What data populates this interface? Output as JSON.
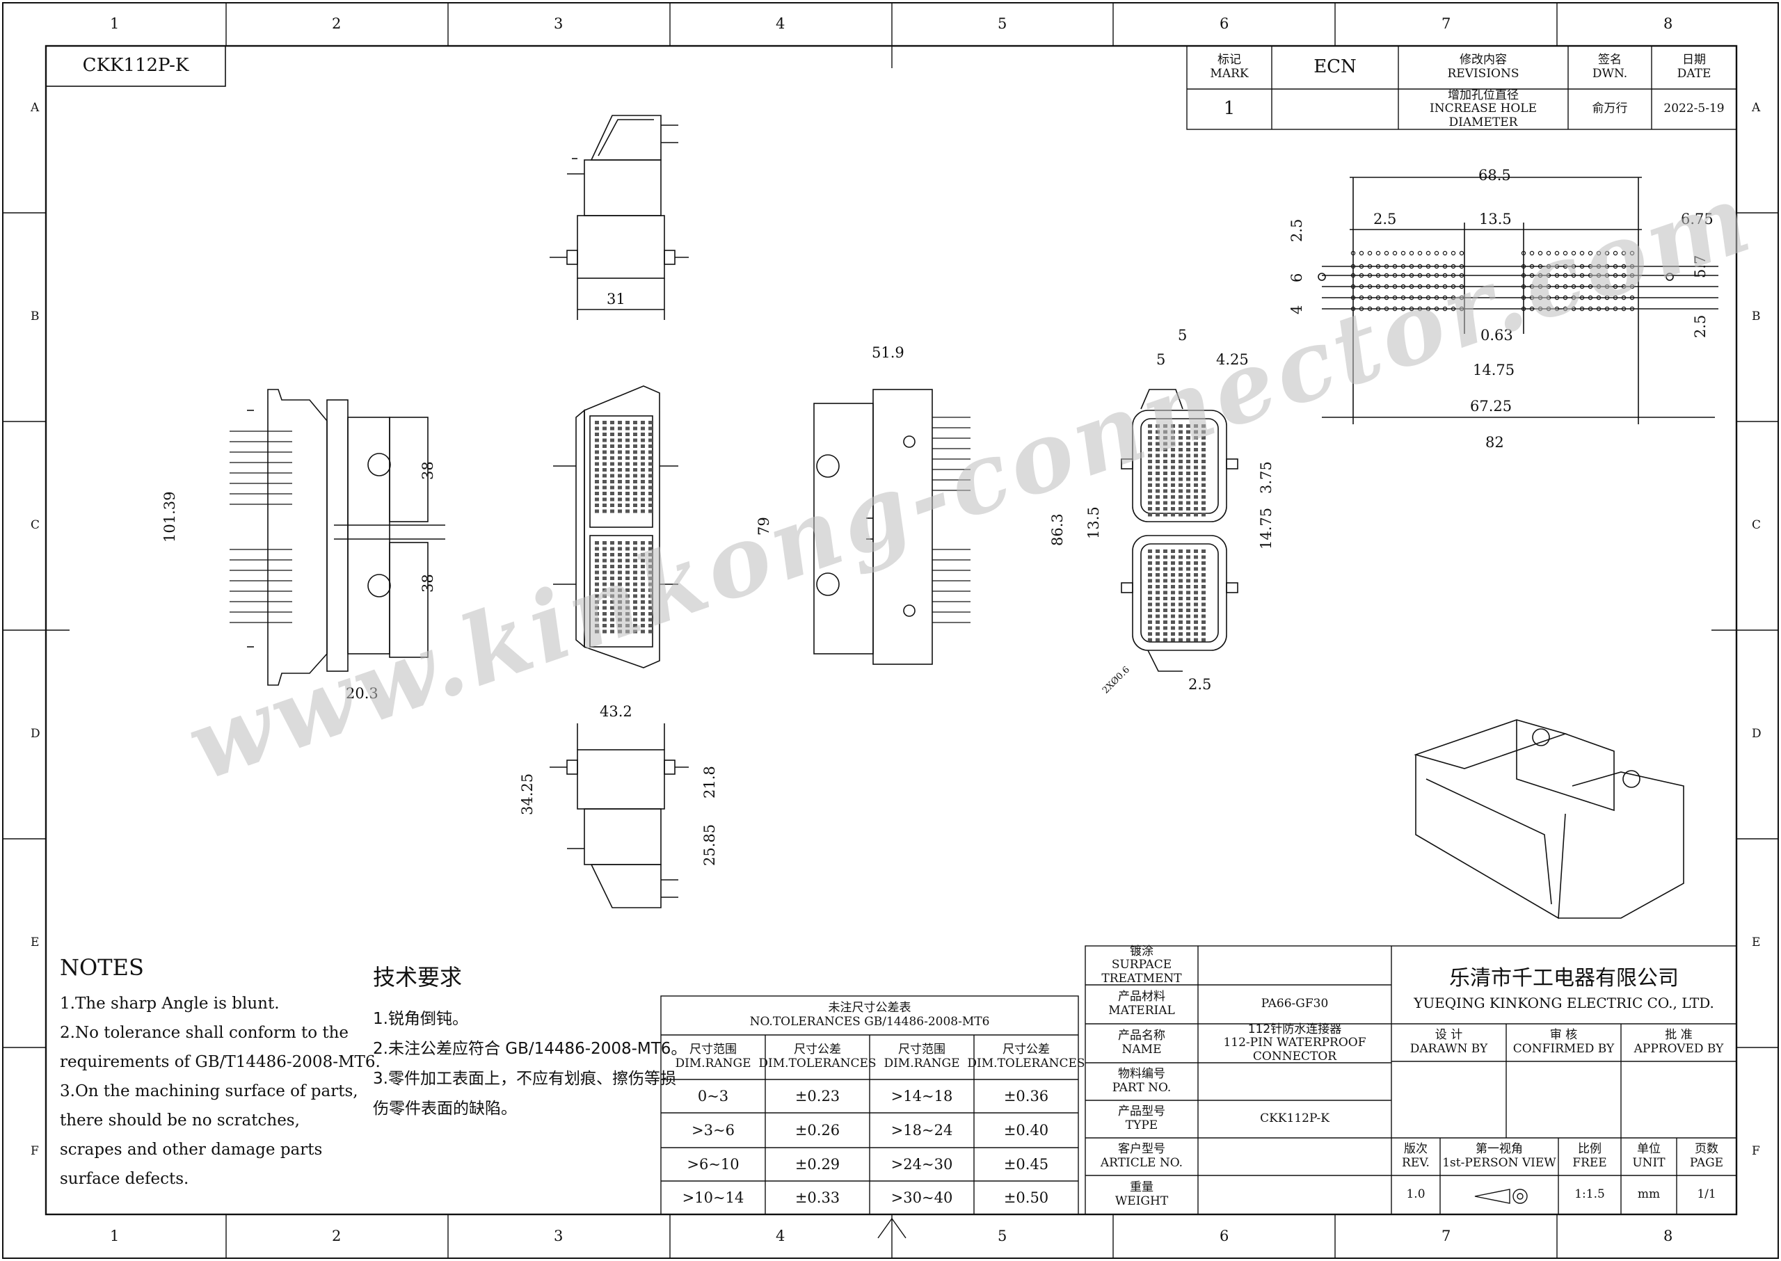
{
  "drawing_code": "CKK112P-K",
  "border": {
    "cols": [
      "1",
      "2",
      "3",
      "4",
      "5",
      "6",
      "7",
      "8"
    ],
    "rows": [
      "A",
      "B",
      "C",
      "D",
      "E",
      "F"
    ]
  },
  "revisions": {
    "h_mark_zh": "标记",
    "h_mark_en": "MARK",
    "h_ecn": "ECN",
    "h_rev_zh": "修改内容",
    "h_rev_en": "REVISIONS",
    "h_dwn_zh": "签名",
    "h_dwn_en": "DWN.",
    "h_date_zh": "日期",
    "h_date_en": "DATE",
    "row_mark": "1",
    "row_rev_zh": "增加孔位直径",
    "row_rev_en": "INCREASE HOLE DIAMETER",
    "row_dwn": "俞万行",
    "row_date": "2022-5-19"
  },
  "dimensions": {
    "top_view_width": "31",
    "front_height": "101.39",
    "front_upper": "38",
    "front_lower": "38",
    "front_depth": "20.3",
    "side_width": "51.9",
    "side_height": "79",
    "bottom_width": "43.2",
    "bottom_h1": "34.25",
    "bottom_h2": "21.8",
    "bottom_h3": "25.85",
    "face_5a": "5",
    "face_5b": "5",
    "face_425": "4.25",
    "face_135": "13.5",
    "face_863": "86.3",
    "face_375": "3.75",
    "face_1475": "14.75",
    "face_25": "2.5",
    "face_hole": "2XØ0.6",
    "pcb_685": "68.5",
    "pcb_25a": "2.5",
    "pcb_135": "13.5",
    "pcb_675": "6.75",
    "pcb_25b": "2.5",
    "pcb_6": "6",
    "pcb_4": "4",
    "pcb_57": "5.7",
    "pcb_25c": "2.5",
    "pcb_063": "0.63",
    "pcb_1475": "14.75",
    "pcb_6725": "67.25",
    "pcb_82": "82"
  },
  "watermark": "www.kinkong-connector.com",
  "notes_en": {
    "title": "NOTES",
    "lines": [
      "1.The sharp Angle is blunt.",
      "2.No tolerance shall conform to the",
      "  requirements of GB/T14486-2008-MT6.",
      "3.On the machining surface of parts,",
      "  there should be no scratches,",
      "  scrapes and other damage parts",
      "  surface defects."
    ]
  },
  "notes_zh": {
    "title": "技术要求",
    "lines": [
      "1.锐角倒钝。",
      "2.未注公差应符合 GB/14486-2008-MT6。",
      "3.零件加工表面上，不应有划痕、擦伤等损",
      "  伤零件表面的缺陷。"
    ]
  },
  "tolerance_table": {
    "title_zh": "未注尺寸公差表",
    "title_en": "NO.TOLERANCES GB/14486-2008-MT6",
    "headers": [
      {
        "zh": "尺寸范围",
        "en": "DIM.RANGE"
      },
      {
        "zh": "尺寸公差",
        "en": "DIM.TOLERANCES"
      },
      {
        "zh": "尺寸范围",
        "en": "DIM.RANGE"
      },
      {
        "zh": "尺寸公差",
        "en": "DIM.TOLERANCES"
      }
    ],
    "rows": [
      [
        "0~3",
        "±0.23",
        ">14~18",
        "±0.36"
      ],
      [
        ">3~6",
        "±0.26",
        ">18~24",
        "±0.40"
      ],
      [
        ">6~10",
        "±0.29",
        ">24~30",
        "±0.45"
      ],
      [
        ">10~14",
        "±0.33",
        ">30~40",
        "±0.50"
      ]
    ]
  },
  "title_block": {
    "surface_zh": "镀涂",
    "surface_en": "SURPACE TREATMENT",
    "surface_val": "",
    "material_zh": "产品材料",
    "material_en": "MATERIAL",
    "material_val": "PA66-GF30",
    "name_zh": "产品名称",
    "name_en": "NAME",
    "name_val_zh": "112针防水连接器",
    "name_val_en": "112-PIN WATERPROOF CONNECTOR",
    "partno_zh": "物料编号",
    "partno_en": "PART NO.",
    "partno_val": "",
    "type_zh": "产品型号",
    "type_en": "TYPE",
    "type_val": "CKK112P-K",
    "article_zh": "客户型号",
    "article_en": "ARTICLE NO.",
    "article_val": "",
    "weight_zh": "重量",
    "weight_en": "WEIGHT",
    "weight_val": "",
    "company_zh": "乐清市千工电器有限公司",
    "company_en": "YUEQING KINKONG ELECTRIC CO., LTD.",
    "design_zh": "设 计",
    "design_en": "DARAWN BY",
    "confirm_zh": "审 核",
    "confirm_en": "CONFIRMED BY",
    "approve_zh": "批 准",
    "approve_en": "APPROVED BY",
    "rev_zh": "版次",
    "rev_en": "REV.",
    "rev_val": "1.0",
    "view_zh": "第一视角",
    "view_en": "1st-PERSON VIEW",
    "scale_zh": "比例",
    "scale_en": "FREE",
    "scale_val": "1:1.5",
    "unit_zh": "单位",
    "unit_en": "UNIT",
    "unit_val": "mm",
    "page_zh": "页数",
    "page_en": "PAGE",
    "page_val": "1/1"
  }
}
